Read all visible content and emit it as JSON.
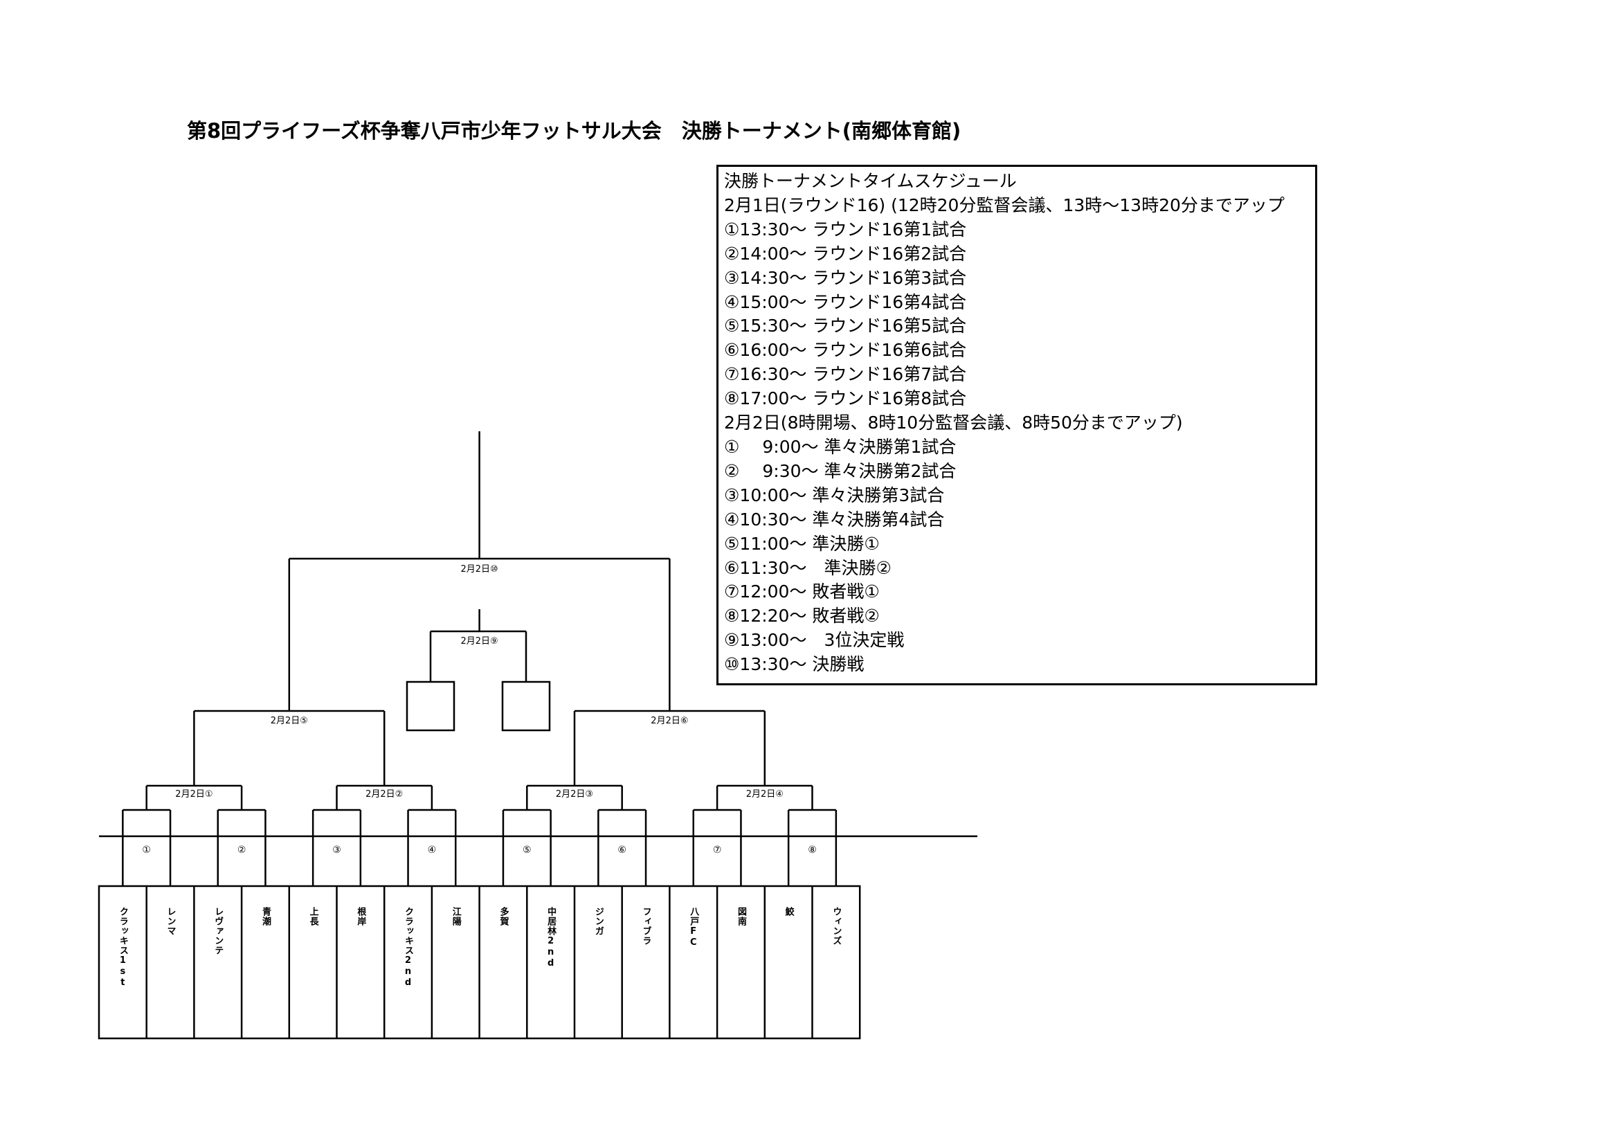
{
  "title": "第8回プライフーズ杯争奪八戸市少年フットサル大会　決勝トーナメント(南郷体育館)",
  "schedule": {
    "lines": [
      "決勝トーナメントタイムスケジュール",
      "2月1日(ラウンド16) (12時20分監督会議、13時～13時20分までアップ",
      "①13:30～ ラウンド16第1試合",
      "②14:00～ ラウンド16第2試合",
      "③14:30～ ラウンド16第3試合",
      "④15:00～ ラウンド16第4試合",
      "⑤15:30～ ラウンド16第5試合",
      "⑥16:00～ ラウンド16第6試合",
      "⑦16:30～ ラウンド16第7試合",
      "⑧17:00～ ラウンド16第8試合",
      "2月2日(8時開場、8時10分監督会議、8時50分までアップ)",
      "①　 9:00～ 準々決勝第1試合",
      "②　 9:30～ 準々決勝第2試合",
      "③10:00～ 準々決勝第3試合",
      "④10:30～ 準々決勝第4試合",
      "⑤11:00～ 準決勝①",
      "⑥11:30～　準決勝②",
      "⑦12:00～ 敗者戦①",
      "⑧12:20～ 敗者戦②",
      "⑨13:00～　3位決定戦",
      "⑩13:30～ 決勝戦"
    ]
  },
  "bracket": {
    "final_label": "2月2日⑩",
    "third_place_label": "2月2日⑨",
    "semifinal_labels": [
      "2月2日⑤",
      "2月2日⑥"
    ],
    "quarterfinal_labels": [
      "2月2日①",
      "2月2日②",
      "2月2日③",
      "2月2日④"
    ],
    "round16_labels": [
      "①",
      "②",
      "③",
      "④",
      "⑤",
      "⑥",
      "⑦",
      "⑧"
    ],
    "teams": [
      "クラッキス1st",
      "レンマ",
      "レヴァンテ",
      "青潮",
      "上長",
      "根岸",
      "クラッキス2nd",
      "江陽",
      "多賀",
      "中居林2nd",
      "ジンガ",
      "フィブラ",
      "八戸FC",
      "図南",
      "鮫",
      "ウィンズ"
    ]
  }
}
